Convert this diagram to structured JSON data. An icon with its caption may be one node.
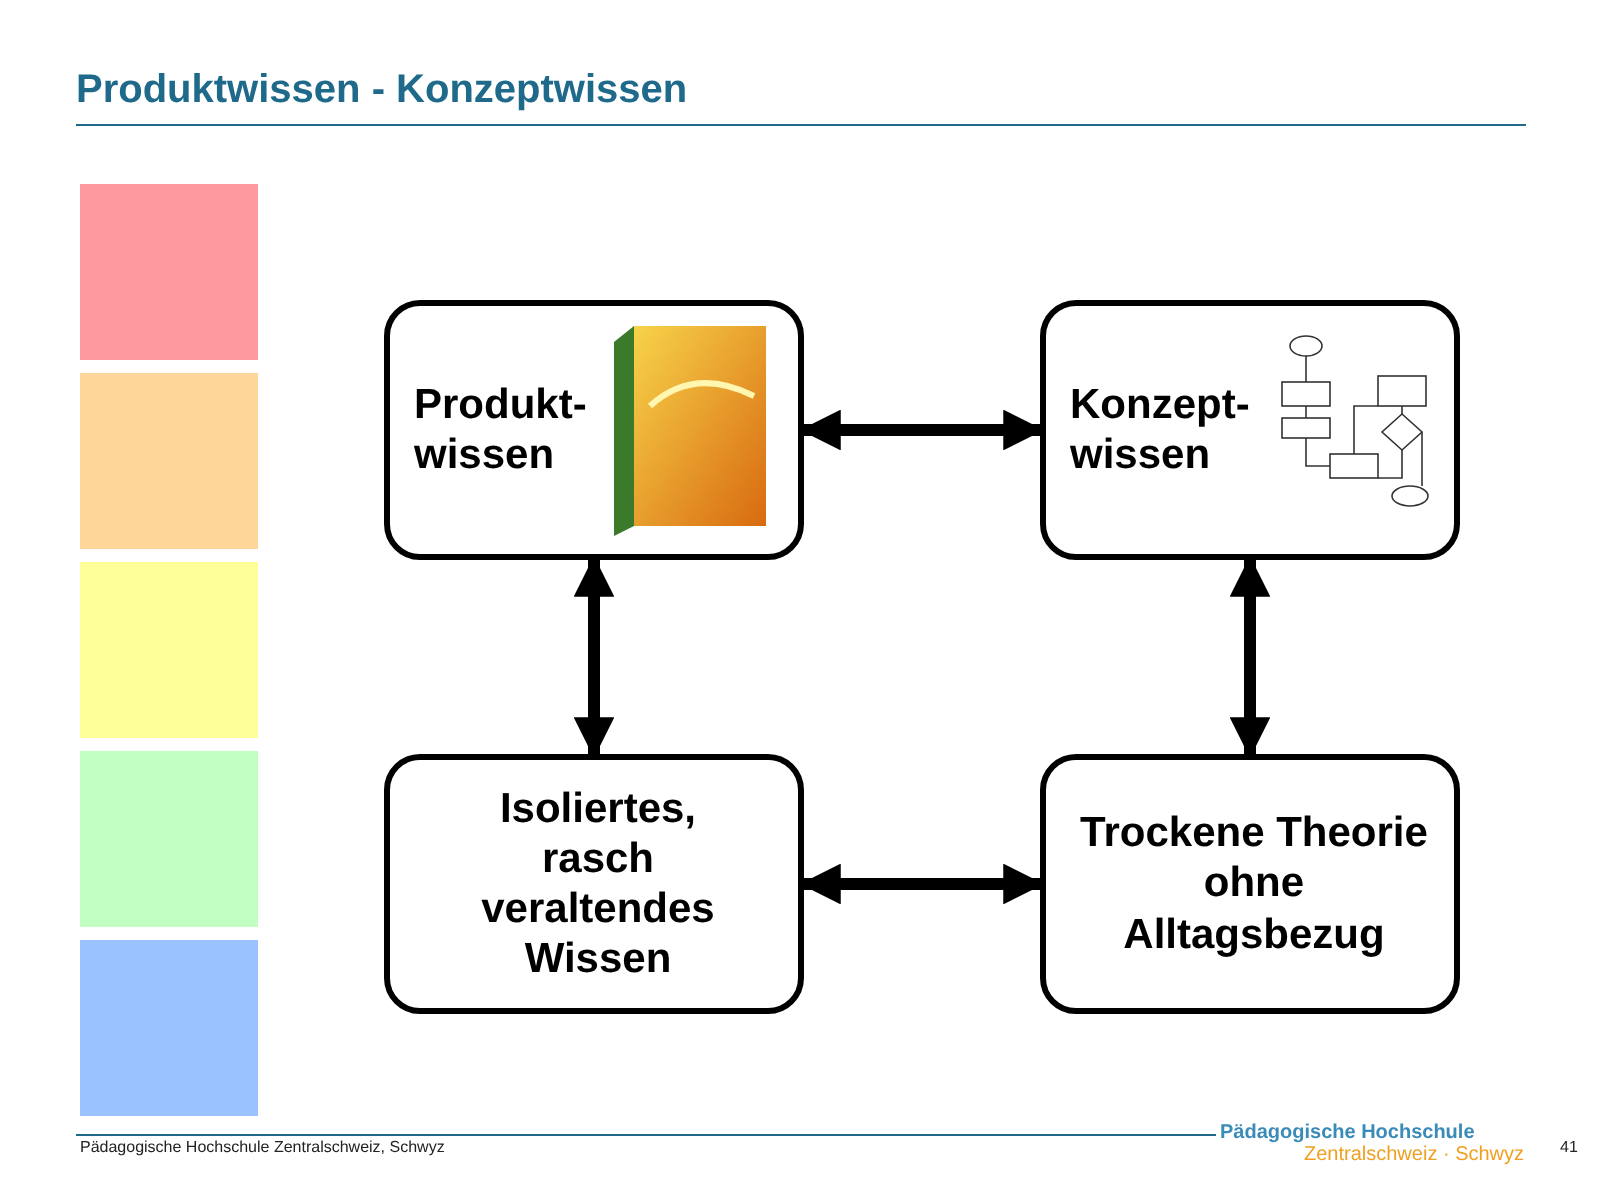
{
  "diagram": {
    "title": "Produktwissen - Konzeptwissen",
    "nodes": [
      {
        "text": [
          "Produkt- wissen"
        ]
      },
      {
        "text": [
          "Konzept- wissen"
        ]
      },
      {
        "text": [
          "Isoliertes, rasch veraltendes Wissen"
        ]
      },
      {
        "text": [
          "Trockene Theorie ohne Alltagsbezug"
        ]
      }
    ],
    "edges": [
      {
        "from": 0,
        "to": 1,
        "arrow": "both"
      },
      {
        "from": 0,
        "to": 2,
        "arrow": "both"
      },
      {
        "from": 1,
        "to": 3,
        "arrow": "both"
      },
      {
        "from": 2,
        "to": 3,
        "arrow": "both"
      }
    ],
    "labels": [
      "Pädagogische Hochschule Zentralschweiz, Schwyz",
      "Pädagogische Hochschule",
      "Zentralschweiz · Schwyz",
      "41"
    ]
  }
}
